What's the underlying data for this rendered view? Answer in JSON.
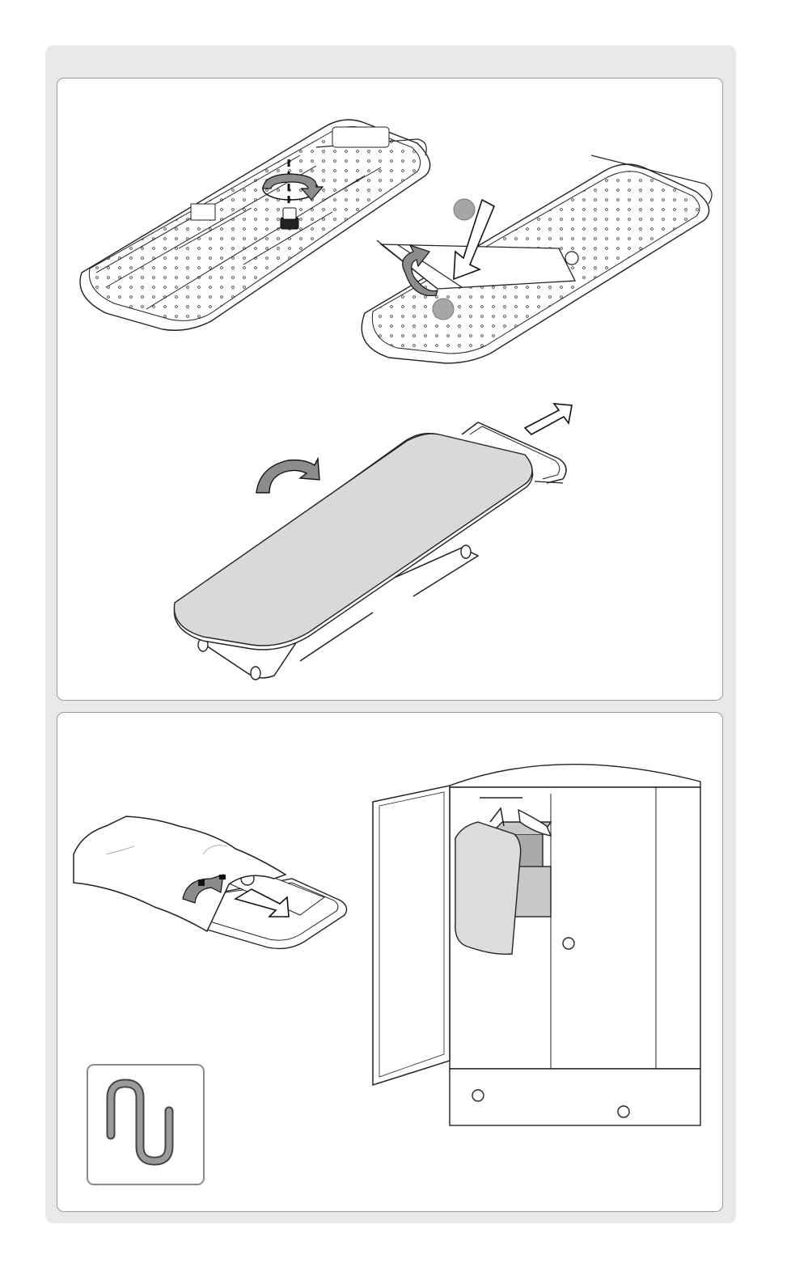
{
  "document": {
    "type": "assembly-instructions",
    "colors": {
      "sheet_background": "#e8e8e8",
      "panel_background": "#ffffff",
      "panel_border": "#9a9a9a",
      "line": "#222222",
      "fill_gray": "#d9d9d9",
      "arrow_gray": "#8c8c8c"
    },
    "panels": [
      {
        "name": "unfold-and-extend",
        "steps": [
          {
            "name": "rotate-knob",
            "icon": "rotate-arrow-icon"
          },
          {
            "name": "lift-legs",
            "icon": "press-arrow-icon",
            "markers": [
              "step-marker-1",
              "step-marker-2"
            ]
          },
          {
            "name": "flip-and-extend",
            "icons": [
              "flip-arrow-icon",
              "extend-arrow-icon"
            ]
          }
        ]
      },
      {
        "name": "store",
        "steps": [
          {
            "name": "insert-into-bag",
            "icon": "insert-arrow-icon"
          },
          {
            "name": "hang-in-wardrobe",
            "icon": "wardrobe-icon"
          }
        ],
        "tip_icon": "hook-icon"
      }
    ]
  }
}
